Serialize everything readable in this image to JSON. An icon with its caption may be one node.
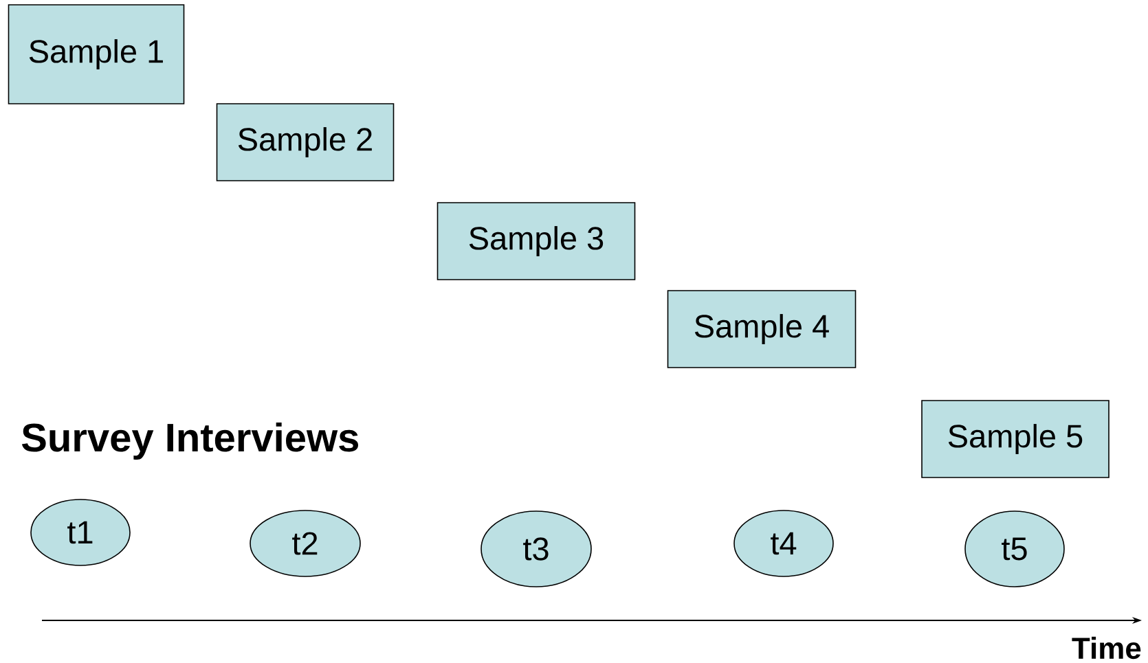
{
  "diagram": {
    "nodes": [
      {
        "text": [
          "Sample 1"
        ]
      },
      {
        "text": [
          "Sample 2"
        ]
      },
      {
        "text": [
          "Sample 3"
        ]
      },
      {
        "text": [
          "Sample 4"
        ]
      },
      {
        "text": [
          "Sample 5"
        ]
      },
      {
        "text": [
          "t1"
        ]
      },
      {
        "text": [
          "t2"
        ]
      },
      {
        "text": [
          "t3"
        ]
      },
      {
        "text": [
          "t4"
        ]
      },
      {
        "text": [
          "t5"
        ]
      }
    ],
    "labels": [
      "Survey Interviews",
      "Time"
    ]
  }
}
